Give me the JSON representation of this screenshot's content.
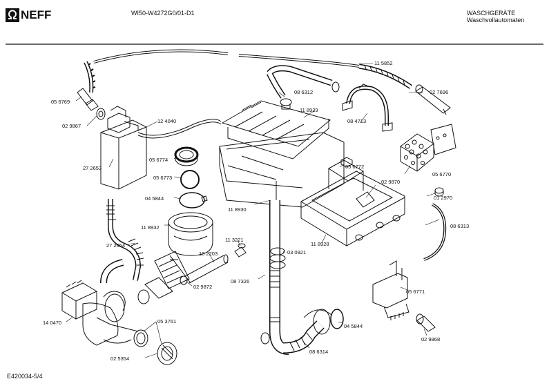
{
  "header": {
    "brand": "NEFF",
    "doc_number": "WI50-W4272G0/01-D1",
    "category": "WASCHGERÄTE",
    "subcategory": "Waschvollautomaten"
  },
  "footer": {
    "drawing_id": "E420034-5/4"
  },
  "parts": {
    "p1": "11 5852",
    "p2": "05 6769",
    "p3": "02 9867",
    "p4": "12 4040",
    "p5": "08 6312",
    "p6": "11 8929",
    "p7": "08 4713",
    "p8": "02 7696",
    "p9": "27 2653",
    "p10": "05 6774",
    "p11": "05 6773",
    "p12": "04 5844",
    "p13": "05 6772",
    "p14": "05 6770",
    "p15": "02 9870",
    "p16": "01 2970",
    "p17": "11 8930",
    "p18": "11 8932",
    "p19": "08 6313",
    "p20": "27 2654",
    "p21": "11 3221",
    "p22": "11 8928",
    "p23": "03 0921",
    "p24": "10 2203",
    "p25": "08 7326",
    "p26": "02 9872",
    "p27": "05 6771",
    "p28": "14 0470",
    "p29": "05 3761",
    "p30": "04 5844",
    "p31": "02 9868",
    "p32": "08 6314",
    "p33": "02 5354"
  }
}
